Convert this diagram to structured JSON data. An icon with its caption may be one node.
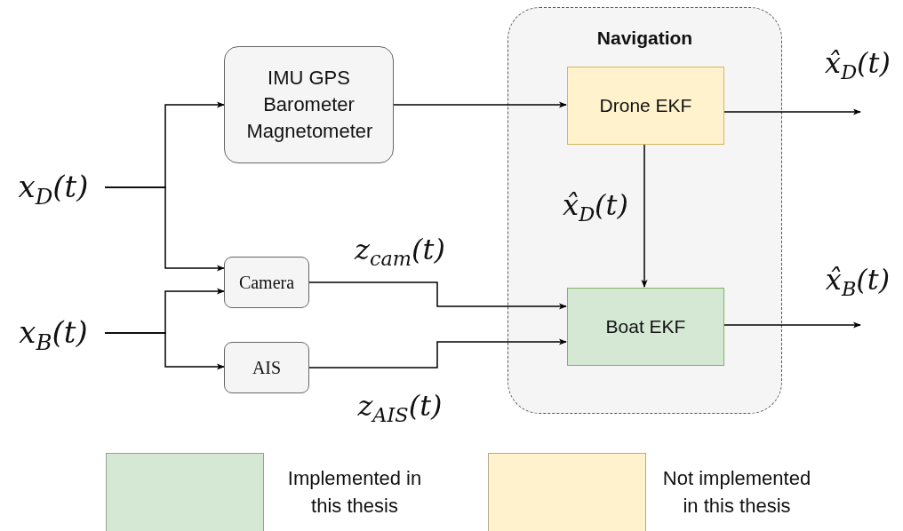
{
  "diagram": {
    "nodes": [
      {
        "text": [
          "Navigation"
        ]
      },
      {
        "text": [
          "Drone EKF"
        ],
        "in": 0
      },
      {
        "text": [
          "Boat EKF"
        ],
        "in": 0
      },
      {
        "text": [
          "IMU GPS Barometer Magnetometer"
        ]
      },
      {
        "text": [
          "Camera"
        ]
      },
      {
        "text": [
          "AIS"
        ]
      },
      {
        "text": [
          "x$_{D}$(t)"
        ]
      },
      {
        "text": [
          "x$_{B}$(t)"
        ]
      }
    ],
    "edges": [
      {
        "from": 6,
        "to": 3,
        "arrow": "to"
      },
      {
        "from": 6,
        "to": 4,
        "arrow": "to"
      },
      {
        "from": 7,
        "to": 4,
        "arrow": "to"
      },
      {
        "from": 7,
        "to": 5,
        "arrow": "to"
      },
      {
        "from": 3,
        "to": 1,
        "arrow": "to"
      },
      {
        "from": 1,
        "to": 2,
        "arrow": "to",
        "label": "x̂$_{D}$(t)"
      },
      {
        "from": 4,
        "to": 2,
        "arrow": "to",
        "label": "z$_{cam}$(t)"
      },
      {
        "from": 5,
        "to": 2,
        "arrow": "to",
        "label": "z$_{AIS}$(t)"
      },
      {
        "from": 1,
        "to": null,
        "arrow": "to",
        "label": "x̂$_{D}$(t)"
      },
      {
        "from": 2,
        "to": null,
        "arrow": "to",
        "label": "x̂$_{B}$(t)"
      }
    ],
    "legend": [
      {
        "text": "Implemented in this thesis",
        "color": "#d5e8d4"
      },
      {
        "text": "Not implemented in this thesis",
        "color": "#fff2cc"
      }
    ]
  }
}
